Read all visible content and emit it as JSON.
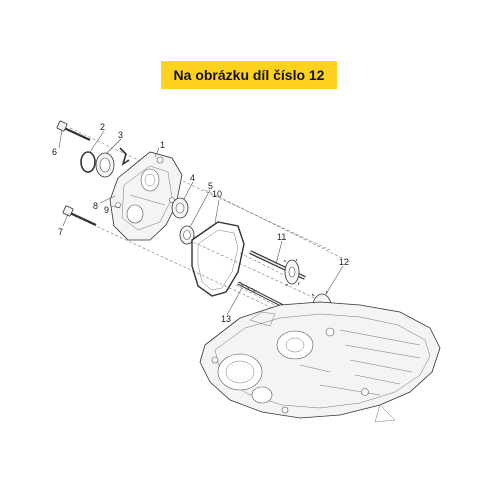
{
  "banner": {
    "text": "Na obrázku díl číslo 12",
    "color": "#ffd21f"
  },
  "callouts": [
    {
      "id": "1",
      "text": "1"
    },
    {
      "id": "2",
      "text": "2"
    },
    {
      "id": "3",
      "text": "3"
    },
    {
      "id": "4",
      "text": "4"
    },
    {
      "id": "5",
      "text": "5"
    },
    {
      "id": "6",
      "text": "6"
    },
    {
      "id": "7",
      "text": "7"
    },
    {
      "id": "8",
      "text": "8"
    },
    {
      "id": "9",
      "text": "9"
    },
    {
      "id": "10",
      "text": "10"
    },
    {
      "id": "11",
      "text": "11"
    },
    {
      "id": "12",
      "text": "12"
    },
    {
      "id": "13",
      "text": "13"
    }
  ]
}
